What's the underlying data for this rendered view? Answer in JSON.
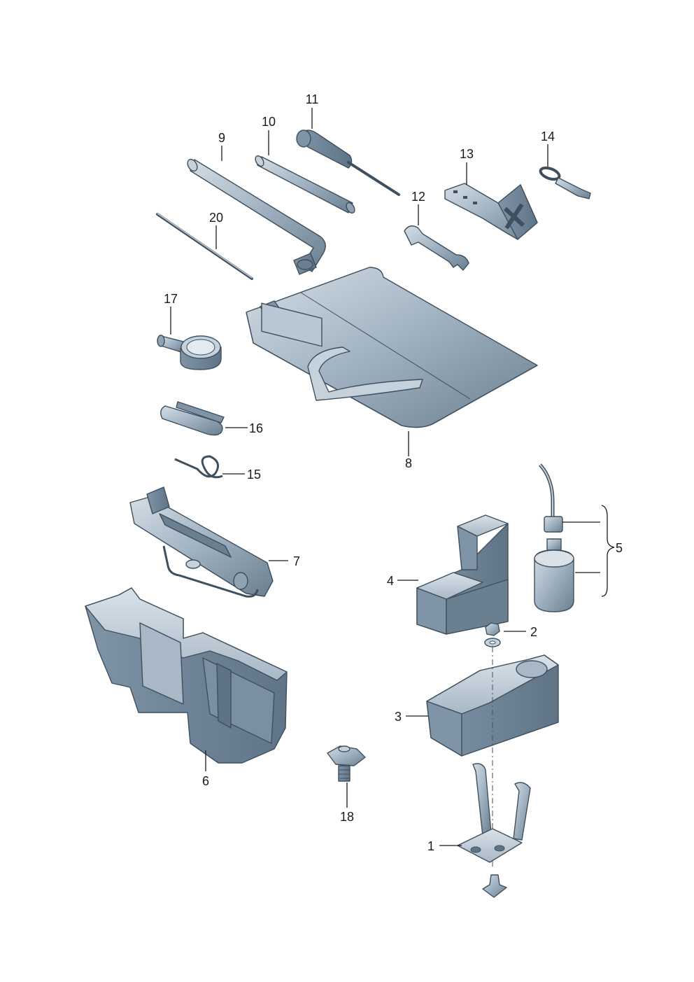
{
  "colors": {
    "part_fill": "#8fa3b4",
    "part_light": "#c5d2dc",
    "part_dark": "#5e7384",
    "outline": "#3f4f5d",
    "callout_text": "#1a1a1a",
    "background": "#ffffff"
  },
  "callouts": {
    "c1": "1",
    "c2": "2",
    "c3": "3",
    "c4": "4",
    "c5": "5",
    "c6": "6",
    "c7": "7",
    "c8": "8",
    "c9": "9",
    "c10": "10",
    "c11": "11",
    "c12": "12",
    "c13": "13",
    "c14": "14",
    "c15": "15",
    "c16": "16",
    "c17": "17",
    "c18": "18",
    "c20": "20"
  }
}
